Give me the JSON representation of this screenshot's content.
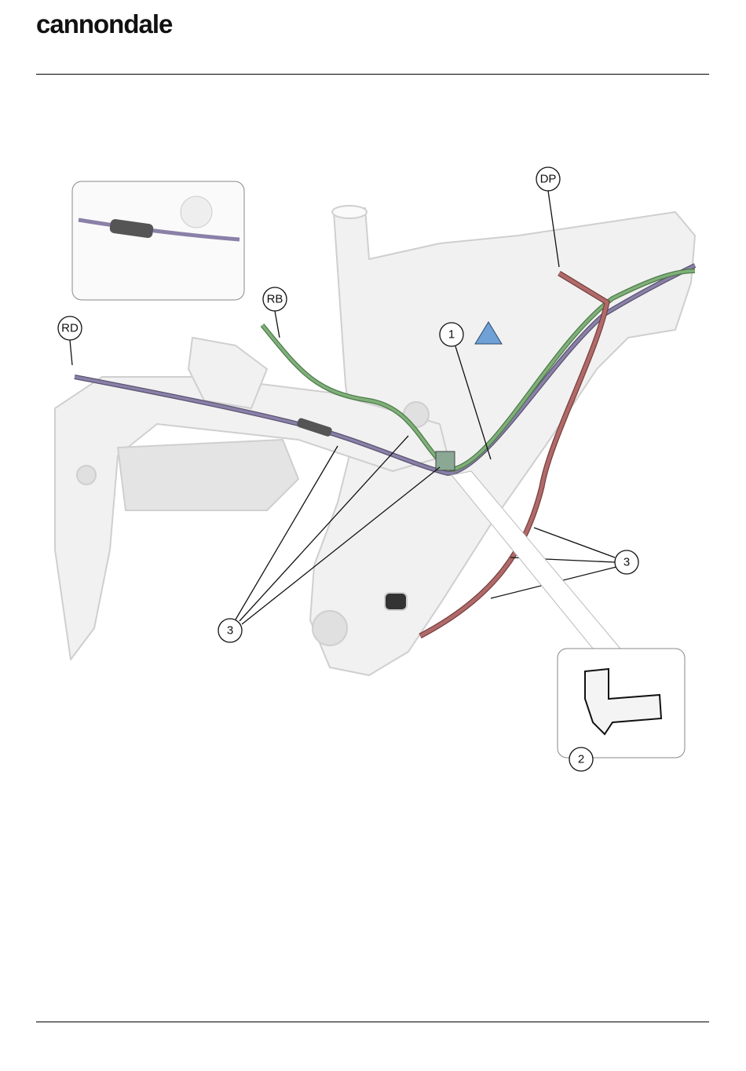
{
  "header": {
    "brand": "cannondale"
  },
  "diagram": {
    "callouts": {
      "rd": "RD",
      "rb": "RB",
      "dp": "DP",
      "item1": "1",
      "item2": "2",
      "item3_right": "3",
      "item3_left": "3"
    },
    "colors": {
      "rear_derailleur_cable": "#8a80a8",
      "rear_brake_hose": "#7fb07a",
      "dropper_post_cable": "#b06a6a",
      "warning_triangle": "#6fa0d6",
      "frame": "#d8d8d8"
    }
  }
}
